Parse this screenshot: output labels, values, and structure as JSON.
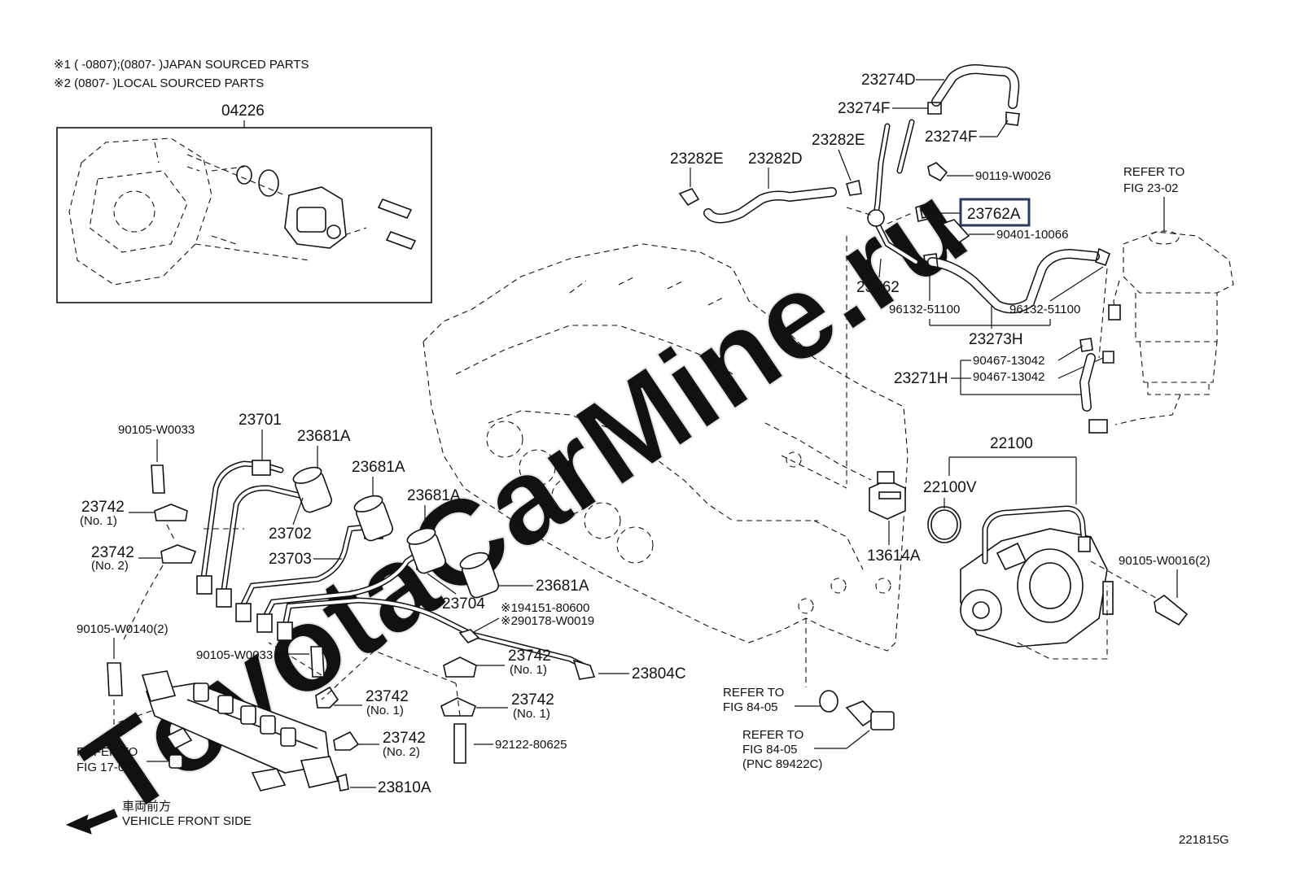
{
  "notes": {
    "note1": "※1 (      -0807);(0807-      )JAPAN SOURCED PARTS",
    "note2": "※2 (0807-      )LOCAL SOURCED PARTS"
  },
  "labels": {
    "p04226": "04226",
    "p23274D": "23274D",
    "p23274F_a": "23274F",
    "p23274F_b": "23274F",
    "p23282E_a": "23282E",
    "p23282D": "23282D",
    "p23282E_b": "23282E",
    "p90119": "90119-W0026",
    "p23762A": "23762A",
    "p90401": "90401-10066",
    "p23762": "23762",
    "p96132_a": "96132-51100",
    "p96132_b": "96132-51100",
    "p23273H": "23273H",
    "p90467_a": "90467-13042",
    "p90467_b": "90467-13042",
    "p23271H": "23271H",
    "refer2302_a": "REFER TO",
    "refer2302_b": "FIG 23-02",
    "p22100": "22100",
    "p22100V": "22100V",
    "p13614A": "13614A",
    "p90105W0016": "90105-W0016(2)",
    "p90105W0033_a": "90105-W0033",
    "p23701": "23701",
    "p23681A_a": "23681A",
    "p23681A_b": "23681A",
    "p23681A_c": "23681A",
    "p23681A_d": "23681A",
    "p23742_1": "23742",
    "p23742_1s": "(No. 1)",
    "p23742_2": "23742",
    "p23742_2s": "(No. 2)",
    "p23702": "23702",
    "p23703": "23703",
    "p23704": "23704",
    "p94151": "※194151-80600",
    "p90178": "※290178-W0019",
    "p90105W0140": "90105-W0140(2)",
    "p90105W0033_b": "90105-W0033",
    "p23742_3": "23742",
    "p23742_3s": "(No. 1)",
    "p23804C": "23804C",
    "p23742_4": "23742",
    "p23742_4s": "(No. 1)",
    "p23742_5": "23742",
    "p23742_5s": "(No. 1)",
    "p23742_6": "23742",
    "p23742_6s": "(No. 2)",
    "p92122": "92122-80625",
    "p23810A": "23810A",
    "refer1701_a": "REFER TO",
    "refer1701_b": "FIG 17-01",
    "refer8405a_a": "REFER TO",
    "refer8405a_b": "FIG 84-05",
    "refer8405b_a": "REFER TO",
    "refer8405b_b": "FIG 84-05",
    "refer8405b_c": "(PNC 89422C)",
    "front_jp": "車両前方",
    "front_en": "VEHICLE FRONT SIDE",
    "figure_id": "221815G"
  },
  "watermark": "ToyotaCarMine.ru",
  "colors": {
    "line": "#111111",
    "highlight": "#2b3a5c",
    "watermark": "#e6e6e6"
  }
}
